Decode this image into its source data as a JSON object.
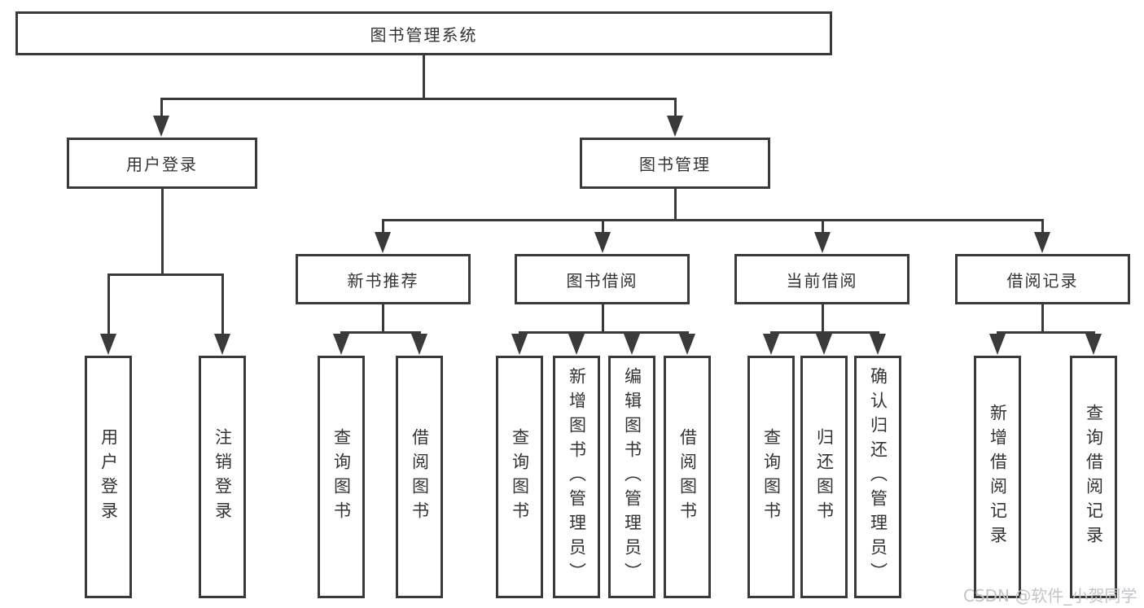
{
  "tree": {
    "root": {
      "label": "图书管理系统",
      "children": [
        {
          "label": "用户登录",
          "children": [
            {
              "label": "用户登录"
            },
            {
              "label": "注销登录"
            }
          ]
        },
        {
          "label": "图书管理",
          "children": [
            {
              "label": "新书推荐",
              "children": [
                {
                  "label": "查询图书"
                },
                {
                  "label": "借阅图书"
                }
              ]
            },
            {
              "label": "图书借阅",
              "children": [
                {
                  "label": "查询图书"
                },
                {
                  "label": "新增图书（管理员）"
                },
                {
                  "label": "编辑图书（管理员）"
                },
                {
                  "label": "借阅图书"
                }
              ]
            },
            {
              "label": "当前借阅",
              "children": [
                {
                  "label": "查询图书"
                },
                {
                  "label": "归还图书"
                },
                {
                  "label": "确认归还（管理员）"
                }
              ]
            },
            {
              "label": "借阅记录",
              "children": [
                {
                  "label": "新增借阅记录"
                },
                {
                  "label": "查询借阅记录"
                }
              ]
            }
          ]
        }
      ]
    }
  },
  "watermark": {
    "text": "CSDN @软件_小贺同学"
  },
  "colors": {
    "line": "#3a3a3a",
    "boxbg": "#ffffff",
    "text": "#333333",
    "watermark": "#c3c3c9",
    "background": "#ffffff"
  }
}
